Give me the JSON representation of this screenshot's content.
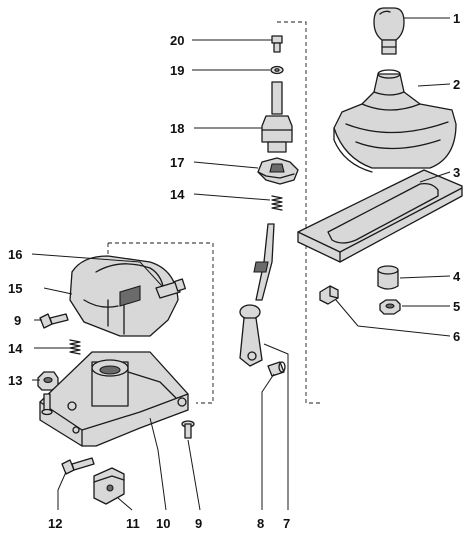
{
  "diagram": {
    "callouts": [
      {
        "id": "c1",
        "text": "1"
      },
      {
        "id": "c2",
        "text": "2"
      },
      {
        "id": "c3",
        "text": "3"
      },
      {
        "id": "c4",
        "text": "4"
      },
      {
        "id": "c5",
        "text": "5"
      },
      {
        "id": "c6",
        "text": "6"
      },
      {
        "id": "c7",
        "text": "7"
      },
      {
        "id": "c8",
        "text": "8"
      },
      {
        "id": "c9a",
        "text": "9"
      },
      {
        "id": "c9b",
        "text": "9"
      },
      {
        "id": "c10",
        "text": "10"
      },
      {
        "id": "c11",
        "text": "11"
      },
      {
        "id": "c12",
        "text": "12"
      },
      {
        "id": "c13",
        "text": "13"
      },
      {
        "id": "c14a",
        "text": "14"
      },
      {
        "id": "c14b",
        "text": "14"
      },
      {
        "id": "c15",
        "text": "15"
      },
      {
        "id": "c16",
        "text": "16"
      },
      {
        "id": "c17",
        "text": "17"
      },
      {
        "id": "c18",
        "text": "18"
      },
      {
        "id": "c19",
        "text": "19"
      },
      {
        "id": "c20",
        "text": "20"
      }
    ]
  }
}
